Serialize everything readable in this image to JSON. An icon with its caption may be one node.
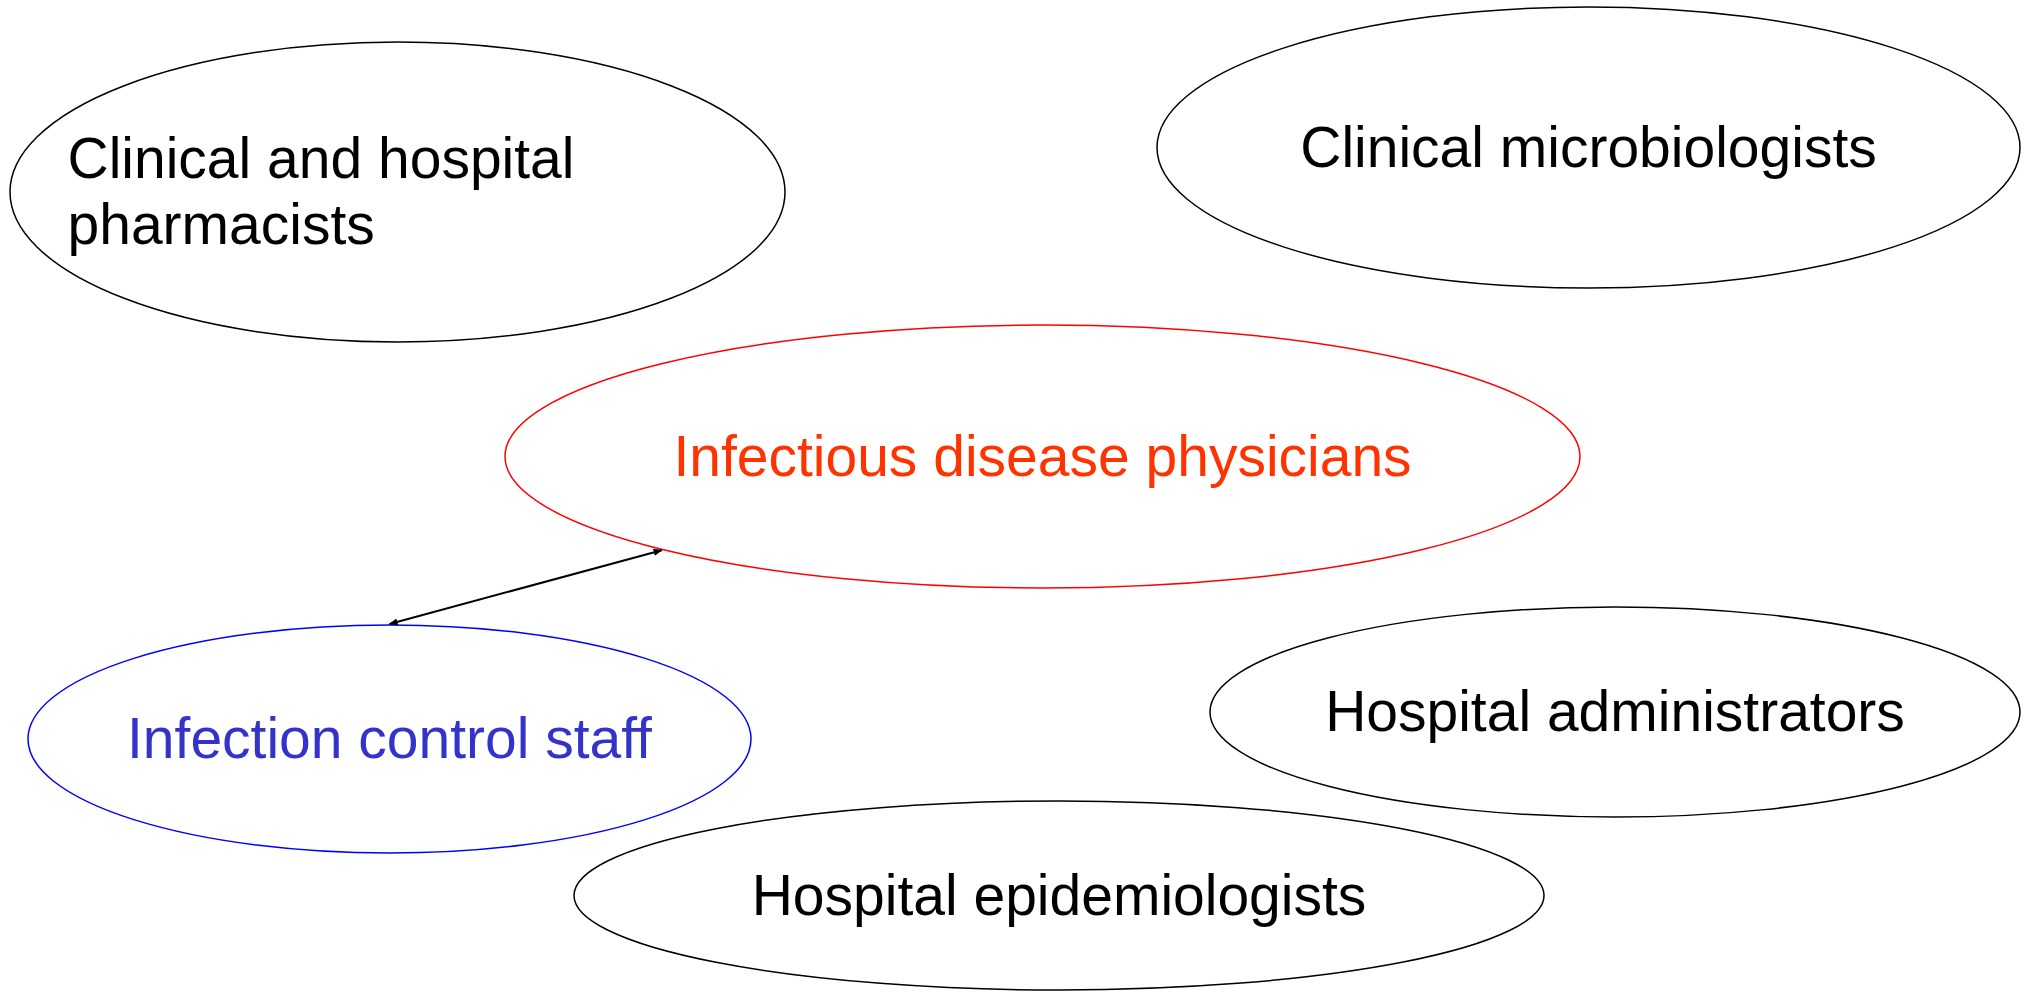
{
  "diagram": {
    "nodes": [
      {
        "text": [
          "Clinical and hospital pharmacists"
        ]
      },
      {
        "text": [
          "Clinical microbiologists"
        ]
      },
      {
        "text": [
          "Infectious disease physicians"
        ]
      },
      {
        "text": [
          "Infection control staff"
        ]
      },
      {
        "text": [
          "Hospital administrators"
        ]
      },
      {
        "text": [
          "Hospital epidemiologists"
        ]
      }
    ],
    "edges": [
      {
        "from": 2,
        "to": 3,
        "arrow": "both"
      }
    ]
  }
}
